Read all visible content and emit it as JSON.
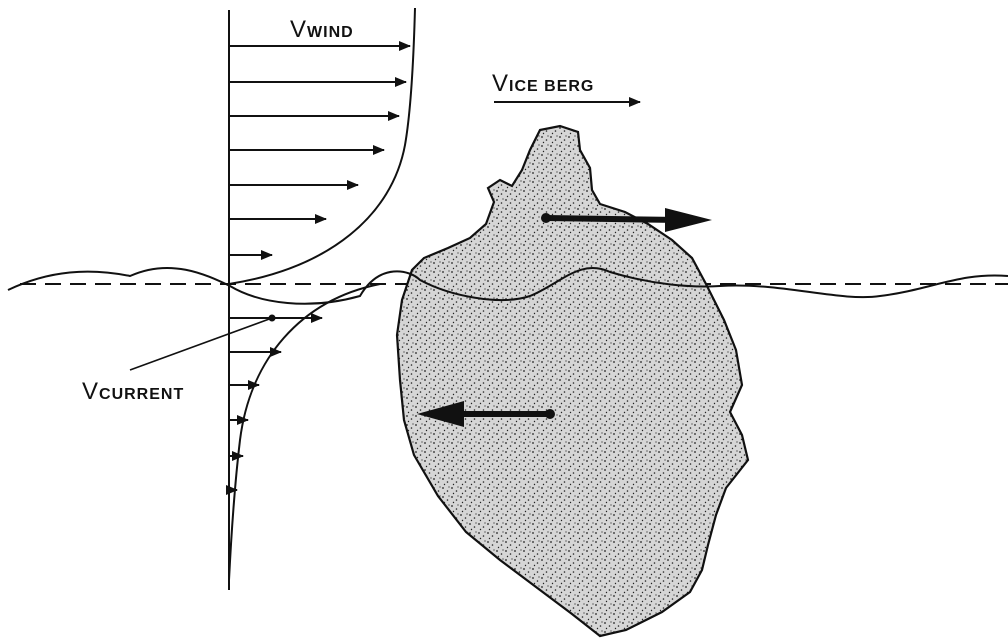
{
  "labels": {
    "wind": {
      "v": "V",
      "sub": "WIND"
    },
    "iceberg": {
      "v": "V",
      "sub": "ICE BERG"
    },
    "current": {
      "v": "V",
      "sub": "CURRENT"
    }
  },
  "colors": {
    "ink": "#111111",
    "iceberg_fill": "#c8c8c8",
    "background": "#ffffff"
  }
}
